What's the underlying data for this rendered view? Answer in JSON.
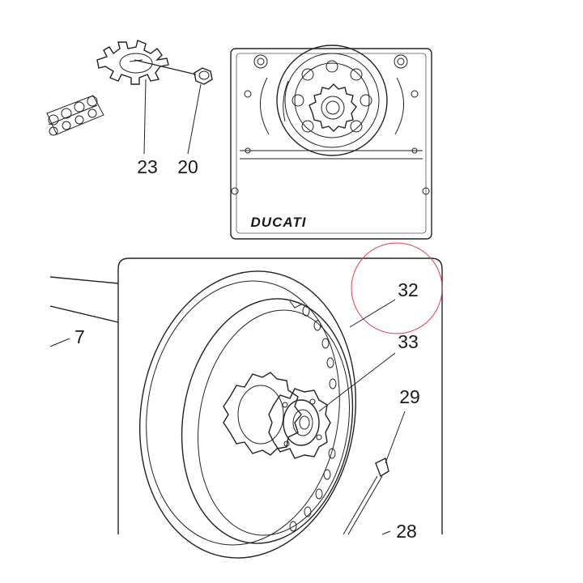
{
  "diagram": {
    "brand_plate_text": "DUCATI",
    "part_labels": {
      "p23": "23",
      "p20": "20",
      "p7": "7",
      "p32": "32",
      "p33": "33",
      "p29": "29",
      "p28": "28"
    },
    "highlight_color": "#e04050",
    "line_color": "#222222"
  }
}
